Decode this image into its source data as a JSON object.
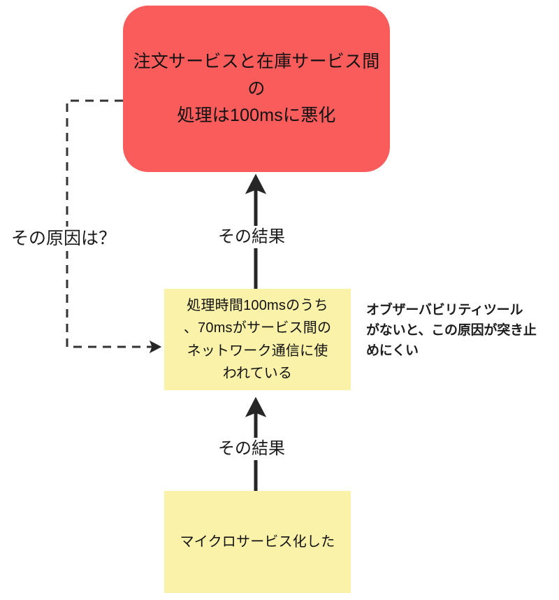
{
  "diagram": {
    "title_node": {
      "id": "problem",
      "text": "注文サービスと在庫サービス間の\n処理は100msに悪化",
      "color": "#fa5c5c",
      "shape": "rounded-rectangle"
    },
    "nodes": [
      {
        "id": "problem",
        "text": "注文サービスと在庫サービス間の\n処理は100msに悪化",
        "color": "#fa5c5c",
        "shape": "rounded-rectangle"
      },
      {
        "id": "cause",
        "text": "処理時間100msのうち\n、70msがサービス間の\nネットワーク通信に使\nわれている",
        "color": "#faf2a9",
        "shape": "rectangle"
      },
      {
        "id": "root",
        "text": "マイクロサービス化した",
        "color": "#faf2a9",
        "shape": "rectangle"
      }
    ],
    "edges": [
      {
        "id": "cause-to-problem",
        "label": "その結果",
        "style": "solid",
        "direction": "up",
        "arrow": true
      },
      {
        "id": "root-to-cause",
        "label": "その結果",
        "style": "solid",
        "direction": "up",
        "arrow": true
      },
      {
        "id": "problem-to-cause-question",
        "label": "その原因は？",
        "style": "dashed",
        "direction": "right",
        "arrow": true
      }
    ],
    "labels": {
      "result_top": "その結果",
      "result_bottom": "その結果",
      "why": "その原因は？"
    },
    "annotation": {
      "text": "オブザーバビリティツール\nがないと、この原因が突き止\nめにくい"
    },
    "colors": {
      "problem_fill": "#fa5c5c",
      "cause_fill": "#faf2a9",
      "root_fill": "#faf2a9",
      "edge_stroke": "#262626",
      "text": "#1a1a1a",
      "background": "#ffffff"
    }
  }
}
